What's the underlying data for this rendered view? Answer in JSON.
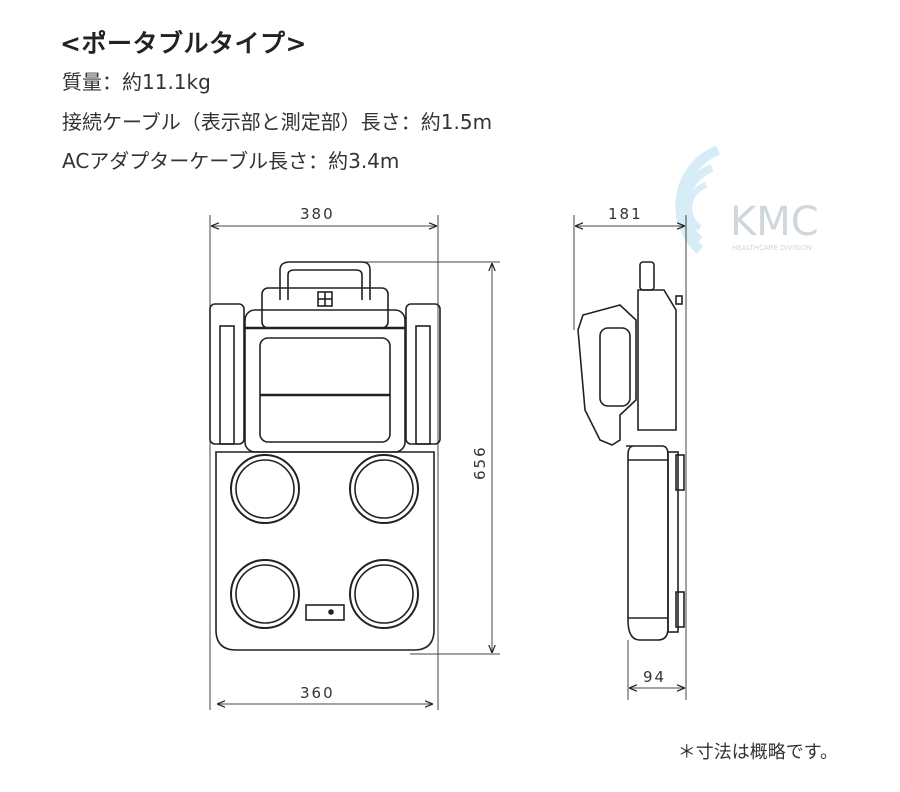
{
  "heading": "<ポータブルタイプ>",
  "specs": [
    "質量：約11.1kg",
    "接続ケーブル（表示部と測定部）長さ：約1.5m",
    "ACアダプターケーブル長さ：約3.4m"
  ],
  "dimensions": {
    "front_width_top": "380",
    "front_height": "656",
    "front_width_bottom": "360",
    "side_depth_top": "181",
    "side_depth_bottom": "94"
  },
  "logo": {
    "name": "KMC",
    "sub": "HEALTHCARE DIVISION"
  },
  "footnote": "＊寸法は概略です。",
  "colors": {
    "line": "#222222",
    "logo": "#cfe6f2"
  }
}
